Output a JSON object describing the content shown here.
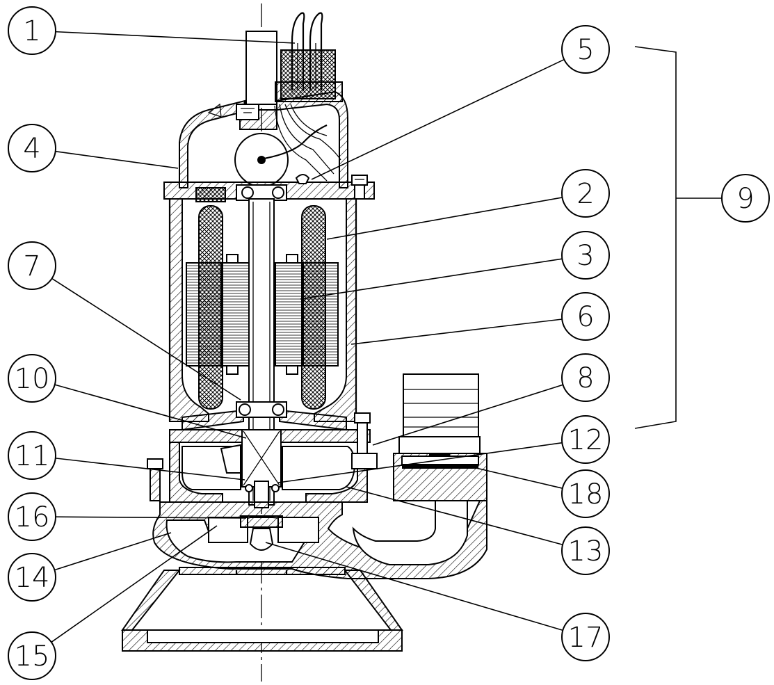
{
  "callouts": [
    {
      "label": "1"
    },
    {
      "label": "2"
    },
    {
      "label": "3"
    },
    {
      "label": "4"
    },
    {
      "label": "5"
    },
    {
      "label": "6"
    },
    {
      "label": "7"
    },
    {
      "label": "8"
    },
    {
      "label": "9"
    },
    {
      "label": "10"
    },
    {
      "label": "11"
    },
    {
      "label": "12"
    },
    {
      "label": "13"
    },
    {
      "label": "14"
    },
    {
      "label": "15"
    },
    {
      "label": "16"
    },
    {
      "label": "17"
    },
    {
      "label": "18"
    }
  ]
}
